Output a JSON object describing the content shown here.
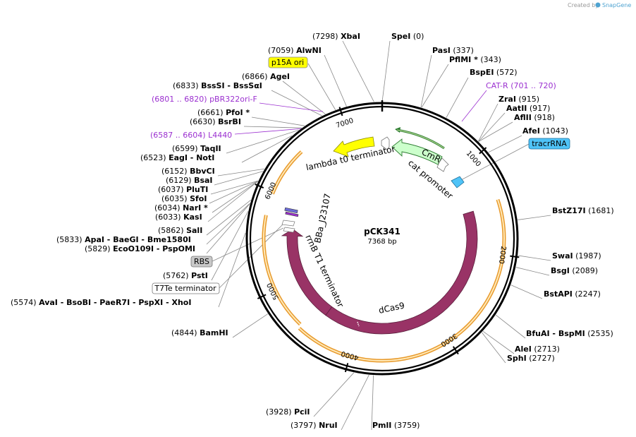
{
  "credit": {
    "prefix": "Created by",
    "brand": "SnapGene"
  },
  "plasmid": {
    "name": "pCK341",
    "length": "7368 bp",
    "total_bp": 7368
  },
  "tick_labels": [
    "1000",
    "2000",
    "3000",
    "4000",
    "5000",
    "6000",
    "7000"
  ],
  "sites": [
    {
      "id": "xbai",
      "bp": 7298,
      "pos": "(7298)",
      "names": "XbaI"
    },
    {
      "id": "spei",
      "bp": 0,
      "pos": "(0)",
      "names": "SpeI"
    },
    {
      "id": "alwni",
      "bp": 7059,
      "pos": "(7059)",
      "names": "AlwNI"
    },
    {
      "id": "pasi",
      "bp": 337,
      "pos": "(337)",
      "names": "PasI"
    },
    {
      "id": "pflmi",
      "bp": 343,
      "pos": "(343)",
      "names": "PflMI *"
    },
    {
      "id": "agei",
      "bp": 6866,
      "pos": "(6866)",
      "names": "AgeI"
    },
    {
      "id": "bsssi",
      "bp": 6833,
      "pos": "(6833)",
      "names": "BssSI  -  BssSαI"
    },
    {
      "id": "bspei",
      "bp": 572,
      "pos": "(572)",
      "names": "BspEI"
    },
    {
      "id": "pfoi",
      "bp": 6661,
      "pos": "(6661)",
      "names": "PfoI *"
    },
    {
      "id": "bsrbi",
      "bp": 6630,
      "pos": "(6630)",
      "names": "BsrBI"
    },
    {
      "id": "zrai",
      "bp": 915,
      "pos": "(915)",
      "names": "ZraI"
    },
    {
      "id": "aatii",
      "bp": 917,
      "pos": "(917)",
      "names": "AatII"
    },
    {
      "id": "aflii",
      "bp": 918,
      "pos": "(918)",
      "names": "AflII"
    },
    {
      "id": "afei",
      "bp": 1043,
      "pos": "(1043)",
      "names": "AfeI"
    },
    {
      "id": "taqii",
      "bp": 6599,
      "pos": "(6599)",
      "names": "TaqII"
    },
    {
      "id": "eagi",
      "bp": 6523,
      "pos": "(6523)",
      "names": "EagI  -  NotI"
    },
    {
      "id": "bbvci",
      "bp": 6152,
      "pos": "(6152)",
      "names": "BbvCI"
    },
    {
      "id": "bsai",
      "bp": 6129,
      "pos": "(6129)",
      "names": "BsaI"
    },
    {
      "id": "pluti",
      "bp": 6037,
      "pos": "(6037)",
      "names": "PluTI"
    },
    {
      "id": "sfoi",
      "bp": 6035,
      "pos": "(6035)",
      "names": "SfoI"
    },
    {
      "id": "nari",
      "bp": 6034,
      "pos": "(6034)",
      "names": "NarI *"
    },
    {
      "id": "kasi",
      "bp": 6033,
      "pos": "(6033)",
      "names": "KasI"
    },
    {
      "id": "bstz17i",
      "bp": 1681,
      "pos": "(1681)",
      "names": "BstZ17I"
    },
    {
      "id": "sali",
      "bp": 5862,
      "pos": "(5862)",
      "names": "SalI"
    },
    {
      "id": "apai",
      "bp": 5833,
      "pos": "(5833)",
      "names": "ApaI  -  BaeGI  -  Bme1580I"
    },
    {
      "id": "eco0109i",
      "bp": 5829,
      "pos": "(5829)",
      "names": "EcoO109I  -  PspOMI"
    },
    {
      "id": "swai",
      "bp": 1987,
      "pos": "(1987)",
      "names": "SwaI"
    },
    {
      "id": "bsgi",
      "bp": 2089,
      "pos": "(2089)",
      "names": "BsgI"
    },
    {
      "id": "psti",
      "bp": 5762,
      "pos": "(5762)",
      "names": "PstI"
    },
    {
      "id": "bstapi",
      "bp": 2247,
      "pos": "(2247)",
      "names": "BstAPI"
    },
    {
      "id": "avai",
      "bp": 5574,
      "pos": "(5574)",
      "names": "AvaI  -  BsoBI  -  PaeR7I  -  PspXI  -  XhoI"
    },
    {
      "id": "bamhi",
      "bp": 4844,
      "pos": "(4844)",
      "names": "BamHI"
    },
    {
      "id": "bfuai",
      "bp": 2535,
      "pos": "(2535)",
      "names": "BfuAI  -  BspMI"
    },
    {
      "id": "alei",
      "bp": 2713,
      "pos": "(2713)",
      "names": "AleI"
    },
    {
      "id": "sphi",
      "bp": 2727,
      "pos": "(2727)",
      "names": "SphI"
    },
    {
      "id": "pcii",
      "bp": 3928,
      "pos": "(3928)",
      "names": "PciI"
    },
    {
      "id": "nrui",
      "bp": 3797,
      "pos": "(3797)",
      "names": "NruI"
    },
    {
      "id": "pmli",
      "bp": 3759,
      "pos": "(3759)",
      "names": "PmlI"
    }
  ],
  "primers": [
    {
      "id": "catr",
      "range": "(701 .. 720)",
      "name": "CAT-R"
    },
    {
      "id": "pbr322",
      "range": "(6801 .. 6820)",
      "name": "pBR322ori-F"
    },
    {
      "id": "l4440",
      "range": "(6587 .. 6604)",
      "name": "L4440"
    }
  ],
  "boxed_labels": [
    {
      "id": "p15a",
      "text": "p15A ori",
      "color": "#ffff00"
    },
    {
      "id": "tracrrna",
      "text": "tracrRNA",
      "color": "#4fc3f7"
    },
    {
      "id": "rbs",
      "text": "RBS",
      "color": "#c8c8c8"
    },
    {
      "id": "t7te",
      "text": "T7Te terminator",
      "color": "#ffffff"
    }
  ],
  "features": [
    {
      "id": "dcas9",
      "name": "dCas9",
      "color": "#993366"
    },
    {
      "id": "cmr",
      "name": "CmR",
      "color": "#ccffcc"
    },
    {
      "id": "lambda",
      "name": "lambda t0 terminator",
      "color": "#ffff00"
    },
    {
      "id": "catprom",
      "name": "cat promoter",
      "color": "#ffffff"
    },
    {
      "id": "rrnb",
      "name": "rrnB T1 terminator",
      "color": "#993366"
    },
    {
      "id": "bba",
      "name": "BBa_J23107",
      "color": "#ffffff"
    }
  ]
}
